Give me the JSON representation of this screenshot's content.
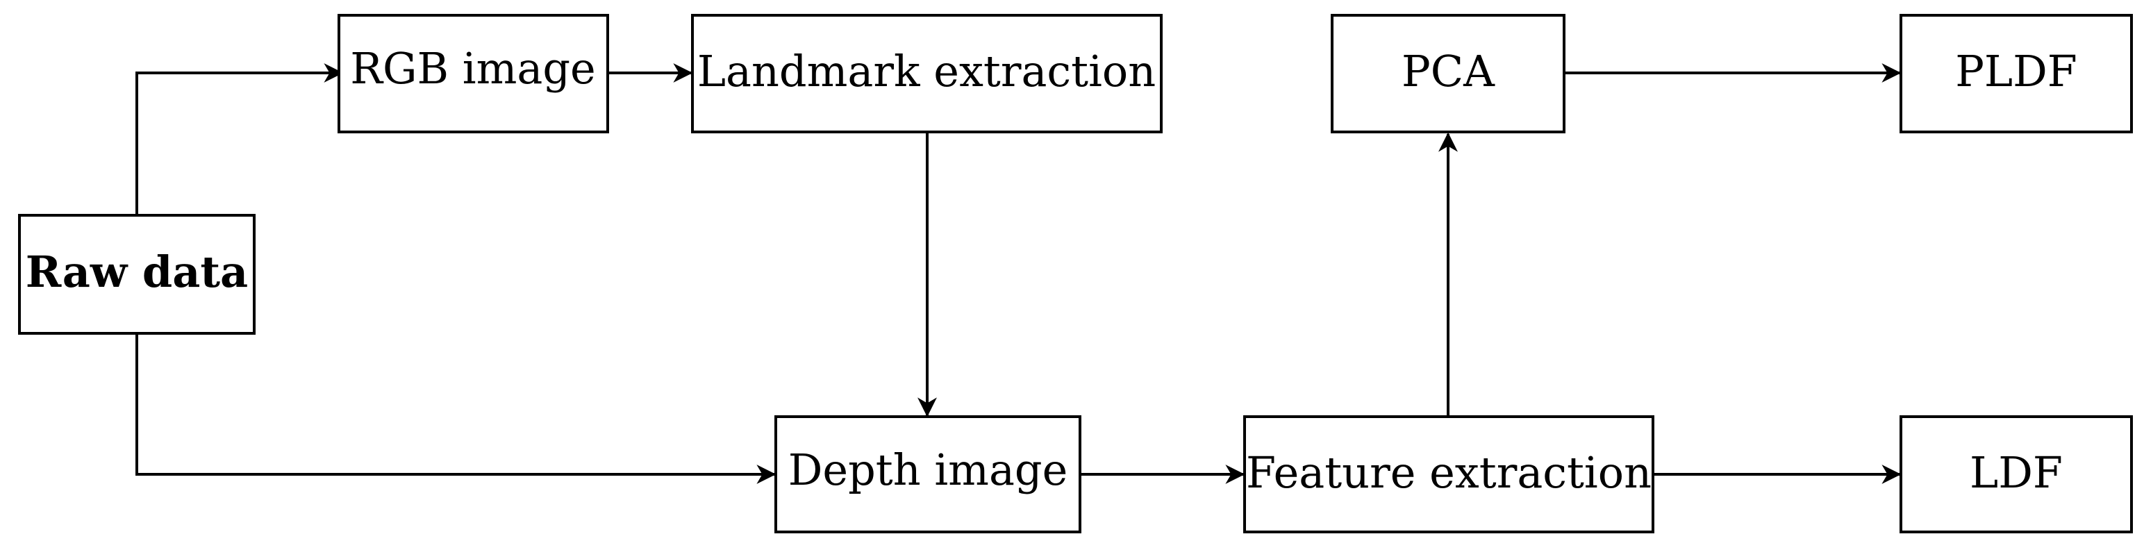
{
  "diagram": {
    "stroke_color": "#000000",
    "background_color": "#ffffff",
    "nodes": {
      "raw_data": {
        "label": "Raw data",
        "bold": true
      },
      "rgb_image": {
        "label": "RGB image"
      },
      "landmark_extraction": {
        "label": "Landmark extraction"
      },
      "depth_image": {
        "label": "Depth image"
      },
      "feature_extraction": {
        "label": "Feature extraction"
      },
      "pca": {
        "label": "PCA"
      },
      "pldf": {
        "label": "PLDF"
      },
      "ldf": {
        "label": "LDF"
      }
    },
    "edges": [
      {
        "from": "raw_data",
        "to": "rgb_image"
      },
      {
        "from": "raw_data",
        "to": "depth_image"
      },
      {
        "from": "rgb_image",
        "to": "landmark_extraction"
      },
      {
        "from": "landmark_extraction",
        "to": "depth_image"
      },
      {
        "from": "depth_image",
        "to": "feature_extraction"
      },
      {
        "from": "feature_extraction",
        "to": "pca"
      },
      {
        "from": "feature_extraction",
        "to": "ldf"
      },
      {
        "from": "pca",
        "to": "pldf"
      }
    ]
  }
}
